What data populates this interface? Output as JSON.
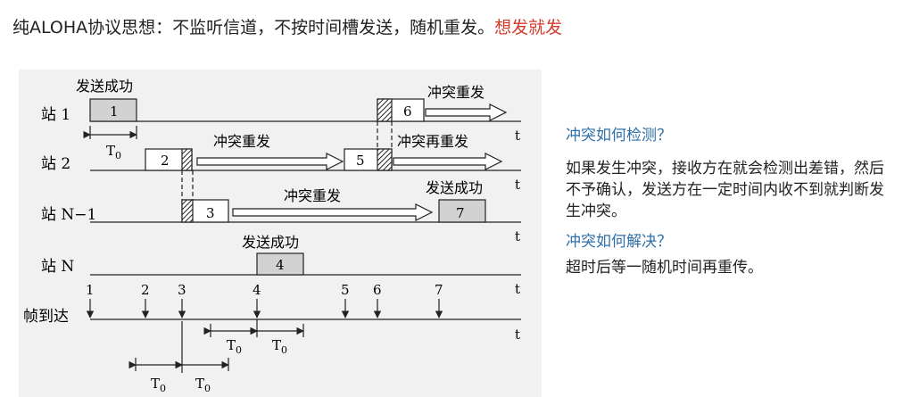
{
  "header": {
    "text": "纯ALOHA协议思想：不监听信道，不按时间槽发送，随机重发。",
    "highlight": "想发就发",
    "highlight_color": "#d33a2c"
  },
  "diagram": {
    "stations": [
      "站 1",
      "站 2",
      "站 N−1",
      "站 N"
    ],
    "arrival_row_label": "帧到达",
    "time_symbol": "t",
    "frames": [
      "1",
      "2",
      "3",
      "4",
      "5",
      "6",
      "7"
    ],
    "arrival_numbers": [
      "1",
      "2",
      "3",
      "4",
      "5",
      "6",
      "7"
    ],
    "t0": "T",
    "t0_sub": "0",
    "labels": {
      "success": "发送成功",
      "collision_retx": "冲突重发",
      "collision_again": "冲突再重发"
    }
  },
  "side": {
    "q1": "冲突如何检测？",
    "a1": "如果发生冲突，接收方在就会检测出差错，然后不予确认，发送方在一定时间内收不到就判断发生冲突。",
    "q2": "冲突如何解决？",
    "a2": "超时后等一随机时间再重传。",
    "question_color": "#2f6fa8"
  }
}
